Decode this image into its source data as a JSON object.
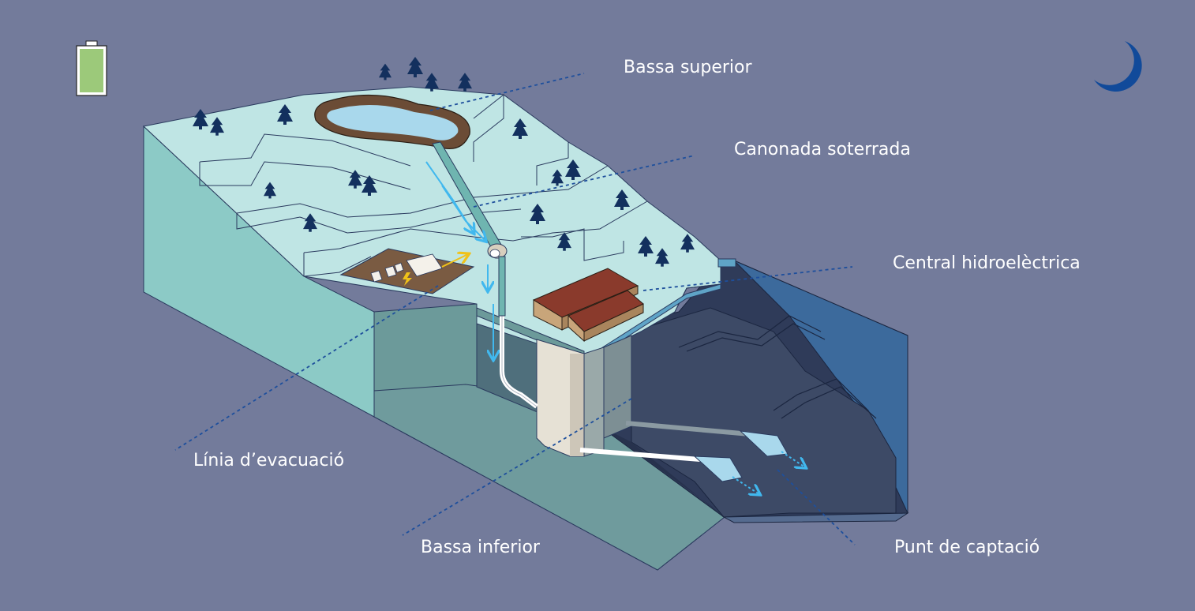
{
  "labels": {
    "upper_reservoir": "Bassa superior",
    "buried_pipe": "Canonada soterrada",
    "power_plant": "Central hidroelèctrica",
    "evacuation_line": "Línia d’evacuació",
    "lower_reservoir": "Bassa inferior",
    "intake_point": "Punt de captació"
  },
  "icons": {
    "battery": "battery-full-icon",
    "night": "crescent-moon-icon"
  },
  "colors": {
    "background": "#737b9b",
    "terrain_top": "#bfe5e4",
    "terrain_side": "#8ccac6",
    "cavity_dark": "#3d4a66",
    "water_light": "#a9d8ec",
    "water_flow": "#41b8ee",
    "leader_line": "#1e4f9c",
    "tree": "#13305e",
    "roof": "#8a3a2c",
    "battery_fill": "#9cc97a",
    "moon": "#114a9a",
    "energy_arrow": "#f0c219"
  }
}
